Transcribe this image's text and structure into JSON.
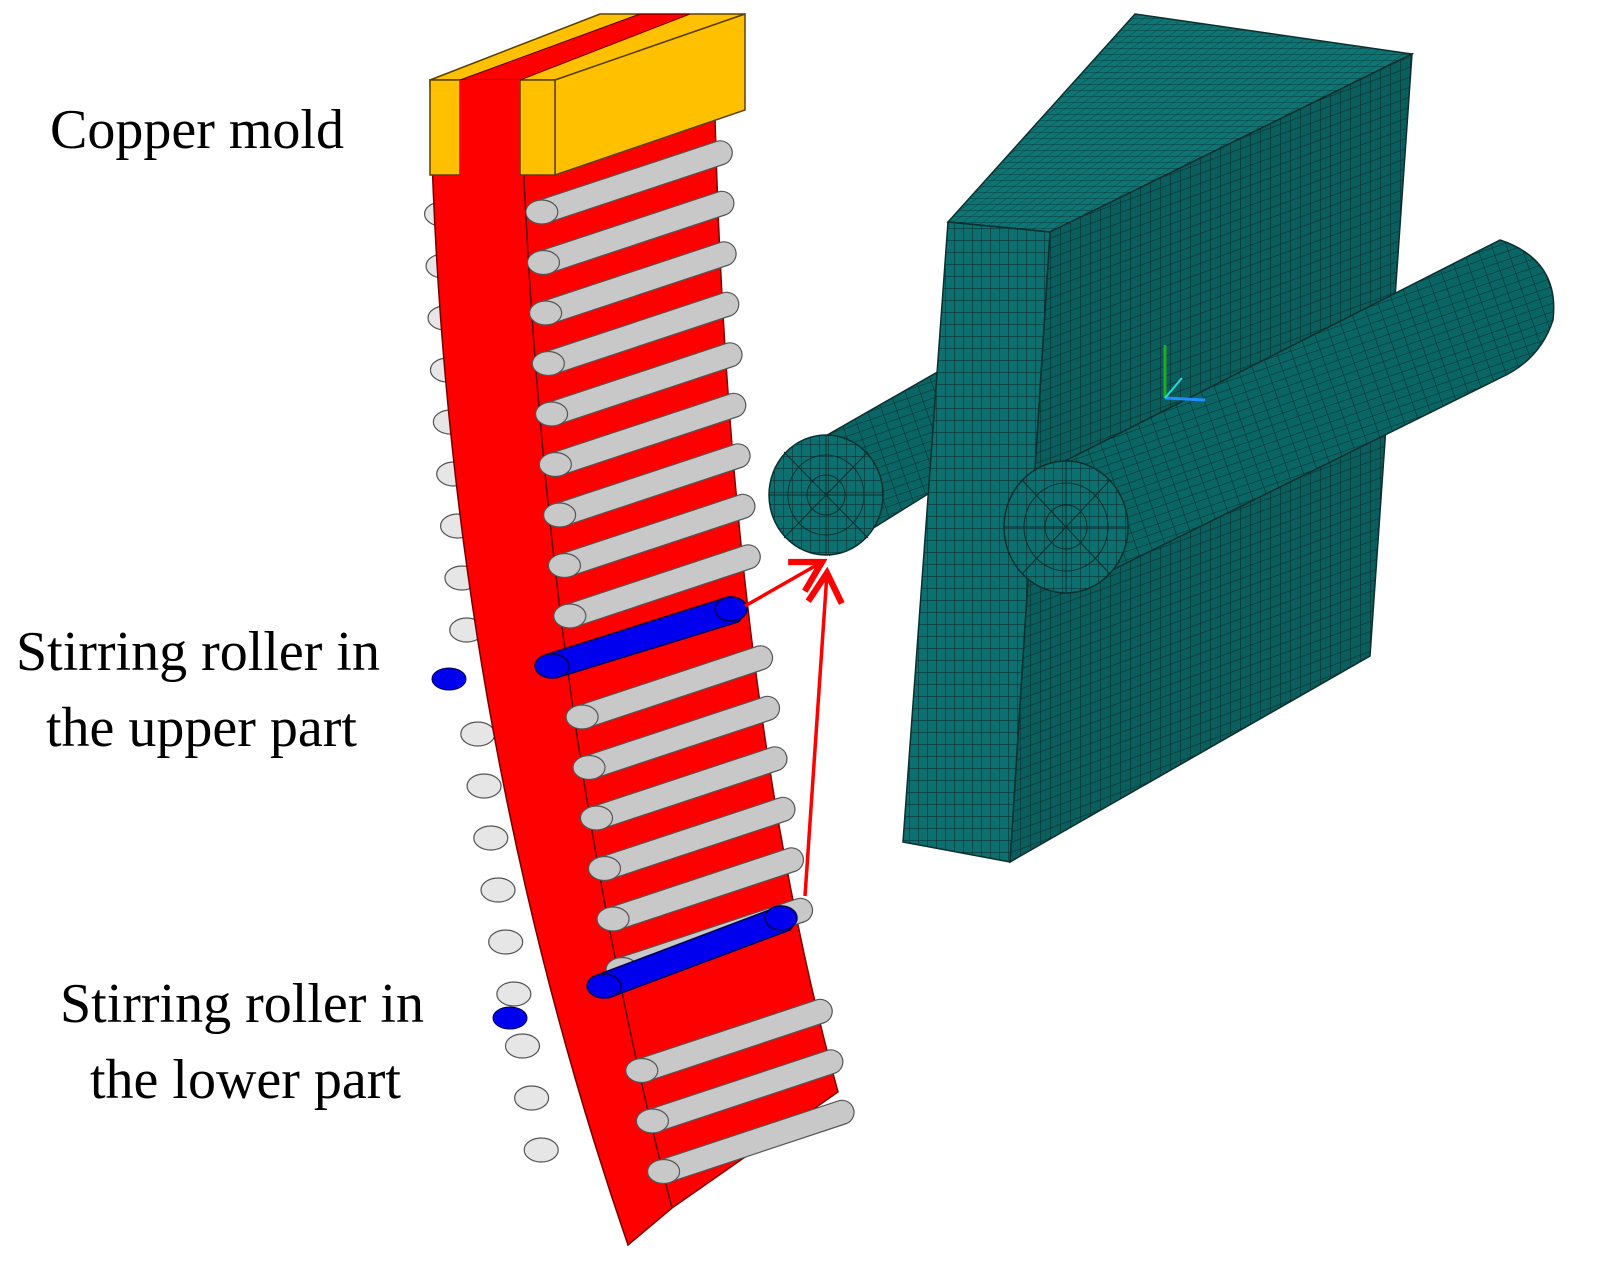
{
  "labels": {
    "copper_mold": "Copper mold",
    "upper_roller_line1": "Stirring roller in",
    "upper_roller_line2": "the upper part",
    "lower_roller_line1": "Stirring roller in",
    "lower_roller_line2": "the lower part"
  },
  "colors": {
    "strand": "#ff0000",
    "mold": "#ffc000",
    "roller": "#c8c8c8",
    "stirring_roller": "#0000ff",
    "mesh": "#00706f",
    "mesh_line": "#0a2f2f",
    "arrow": "#ff0000"
  },
  "counts": {
    "inner_rollers": 20,
    "outer_rollers": 19
  }
}
